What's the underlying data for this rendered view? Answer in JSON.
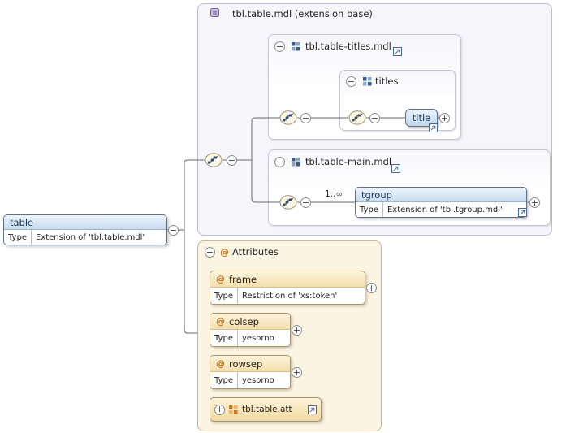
{
  "icons": {
    "collapse_glyph": "−",
    "expand_glyph": "+",
    "at_glyph": "@"
  },
  "nodes": {
    "table": {
      "name": "table",
      "type_label": "Type",
      "type_value": "Extension of 'tbl.table.mdl'"
    },
    "extension_base": {
      "title": "tbl.table.mdl (extension base)"
    },
    "titles_mdl": {
      "title": "tbl.table-titles.mdl"
    },
    "titles": {
      "title": "titles"
    },
    "title": {
      "name": "title"
    },
    "main_mdl": {
      "title": "tbl.table-main.mdl"
    },
    "tgroup": {
      "name": "tgroup",
      "occurs": "1..∞",
      "type_label": "Type",
      "type_value": "Extension of 'tbl.tgroup.mdl'"
    },
    "attributes": {
      "title": "Attributes"
    },
    "frame": {
      "name": "frame",
      "type_label": "Type",
      "type_value": "Restriction of 'xs:token'"
    },
    "colsep": {
      "name": "colsep",
      "type_label": "Type",
      "type_value": "yesorno"
    },
    "rowsep": {
      "name": "rowsep",
      "type_label": "Type",
      "type_value": "yesorno"
    },
    "table_att": {
      "name": "tbl.table.att"
    }
  },
  "colors": {
    "element_border": "#5F7288",
    "element_header_top": "#EDF4FB",
    "element_header_bottom": "#C8DCEF",
    "element_text": "#16365C",
    "extension_panel_bg": "#F6F6FA",
    "attributes_panel_bg": "#FCF4E3",
    "attribute_header_top": "#FDF4DC",
    "attribute_header_bottom": "#F3DEAC",
    "at_symbol": "#C8781E",
    "connector_line": "#6A6A6A"
  }
}
